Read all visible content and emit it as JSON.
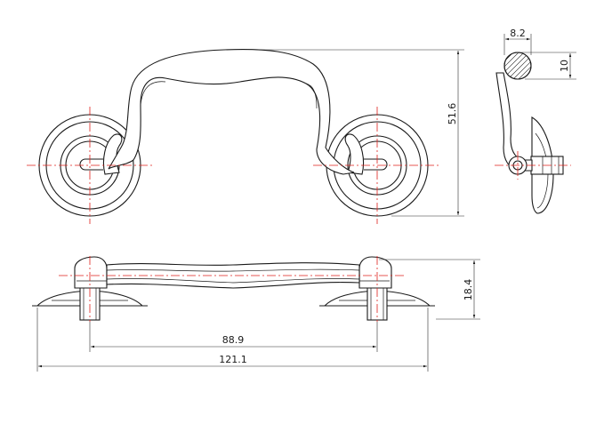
{
  "dimensions": {
    "height_front": "51.6",
    "side_width": "8.2",
    "side_height": "10",
    "top_height": "18.4",
    "hole_spacing": "88.9",
    "overall_length": "121.1"
  }
}
